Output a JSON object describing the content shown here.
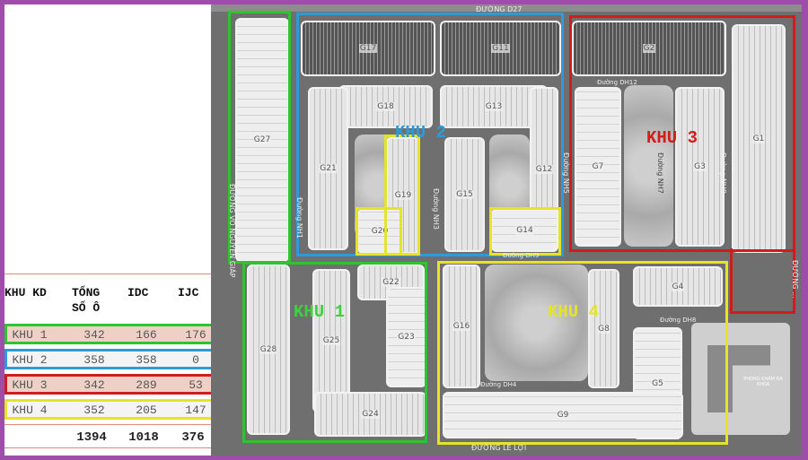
{
  "table": {
    "headers": [
      "KHU KD",
      "TỔNG SỐ Ô",
      "IDC",
      "IJC"
    ],
    "rows": [
      {
        "zone": "KHU 1",
        "total": "342",
        "idc": "166",
        "ijc": "176",
        "border": "#2ec42e",
        "fill": "#efd0c6"
      },
      {
        "zone": "KHU 2",
        "total": "358",
        "idc": "358",
        "ijc": "0",
        "border": "#2f9ad8",
        "fill": "#f4f4f4"
      },
      {
        "zone": "KHU 3",
        "total": "342",
        "idc": "289",
        "ijc": "53",
        "border": "#d21b1b",
        "fill": "#efd0c6"
      },
      {
        "zone": "KHU 4",
        "total": "352",
        "idc": "205",
        "ijc": "147",
        "border": "#e4e428",
        "fill": "#f4f4f4"
      }
    ],
    "totals": {
      "total": "1394",
      "idc": "1018",
      "ijc": "376"
    }
  },
  "zones": {
    "khu1": "KHU 1",
    "khu2": "KHU 2",
    "khu3": "KHU 3",
    "khu4": "KHU 4"
  },
  "roads": {
    "top": "ĐƯỜNG D27",
    "left": "ĐƯỜNG VÕ NGUYÊN GIÁP",
    "bottom": "ĐƯỜNG LÊ LỢI",
    "right": "ĐƯỜNG ...",
    "dh9": "Đường DH9",
    "dh12": "Đường DH12",
    "dh4": "Đường DH4",
    "dh8": "Đường DH8",
    "nh1": "Đường NH1",
    "nh3": "Đường NH3",
    "nh5": "Đường NH5",
    "nh7": "Đường NH7",
    "nh9": "Đường NH9"
  },
  "blocks": {
    "g1": "G1",
    "g2": "G2",
    "g3": "G3",
    "g4": "G4",
    "g5": "G5",
    "g7": "G7",
    "g8": "G8",
    "g9": "G9",
    "g11": "G11",
    "g12": "G12",
    "g13": "G13",
    "g14": "G14",
    "g15": "G15",
    "g16": "G16",
    "g17": "G17",
    "g18": "G18",
    "g19": "G19",
    "g20": "G20",
    "g21": "G21",
    "g22": "G22",
    "g23": "G23",
    "g24": "G24",
    "g25": "G25",
    "g27": "G27",
    "g28": "G28"
  },
  "clinic": "PHÒNG KHÁM ĐA KHOA"
}
